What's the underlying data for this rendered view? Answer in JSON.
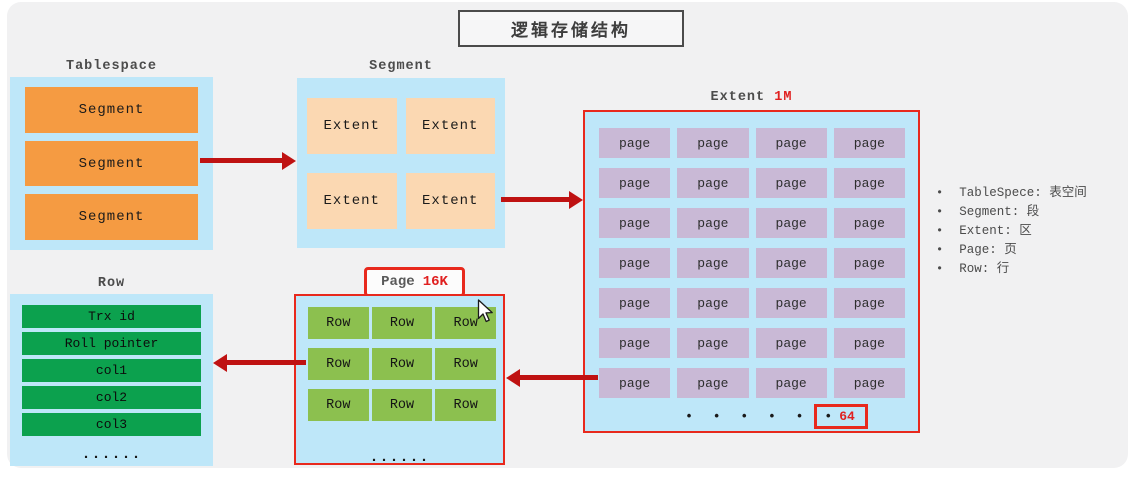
{
  "title": "逻辑存储结构",
  "tablespace": {
    "label": "Tablespace",
    "segments": [
      "Segment",
      "Segment",
      "Segment"
    ]
  },
  "segment": {
    "label": "Segment",
    "extents": [
      "Extent",
      "Extent",
      "Extent",
      "Extent"
    ]
  },
  "extent": {
    "label": "Extent",
    "size": "1M",
    "cell_label": "page",
    "cell_count": 28,
    "dots": "• • • • •",
    "highlight_dot": "•",
    "highlight_value": "64"
  },
  "page": {
    "label": "Page",
    "size": "16K",
    "cell_label": "Row",
    "cell_count": 9,
    "dots": "......"
  },
  "row": {
    "label": "Row",
    "fields": [
      "Trx id",
      "Roll pointer",
      "col1",
      "col2",
      "col3"
    ],
    "dots": "......"
  },
  "legend": {
    "bullet": "•",
    "items": [
      "TableSpece: 表空间",
      "Segment: 段",
      "Extent: 区",
      "Page: 页",
      "Row: 行"
    ]
  },
  "colors": {
    "stage_bg": "#f1f1f2",
    "container_blue": "#bee7f9",
    "segment_orange": "#f59b42",
    "extent_peach": "#fbd8b2",
    "page_purple": "#c9b9d6",
    "row_dark_green": "#0ca14e",
    "row_light_green": "#8cc04f",
    "red_border": "#e8291d",
    "arrow_red": "#bf1212",
    "red_text": "#e02020"
  }
}
